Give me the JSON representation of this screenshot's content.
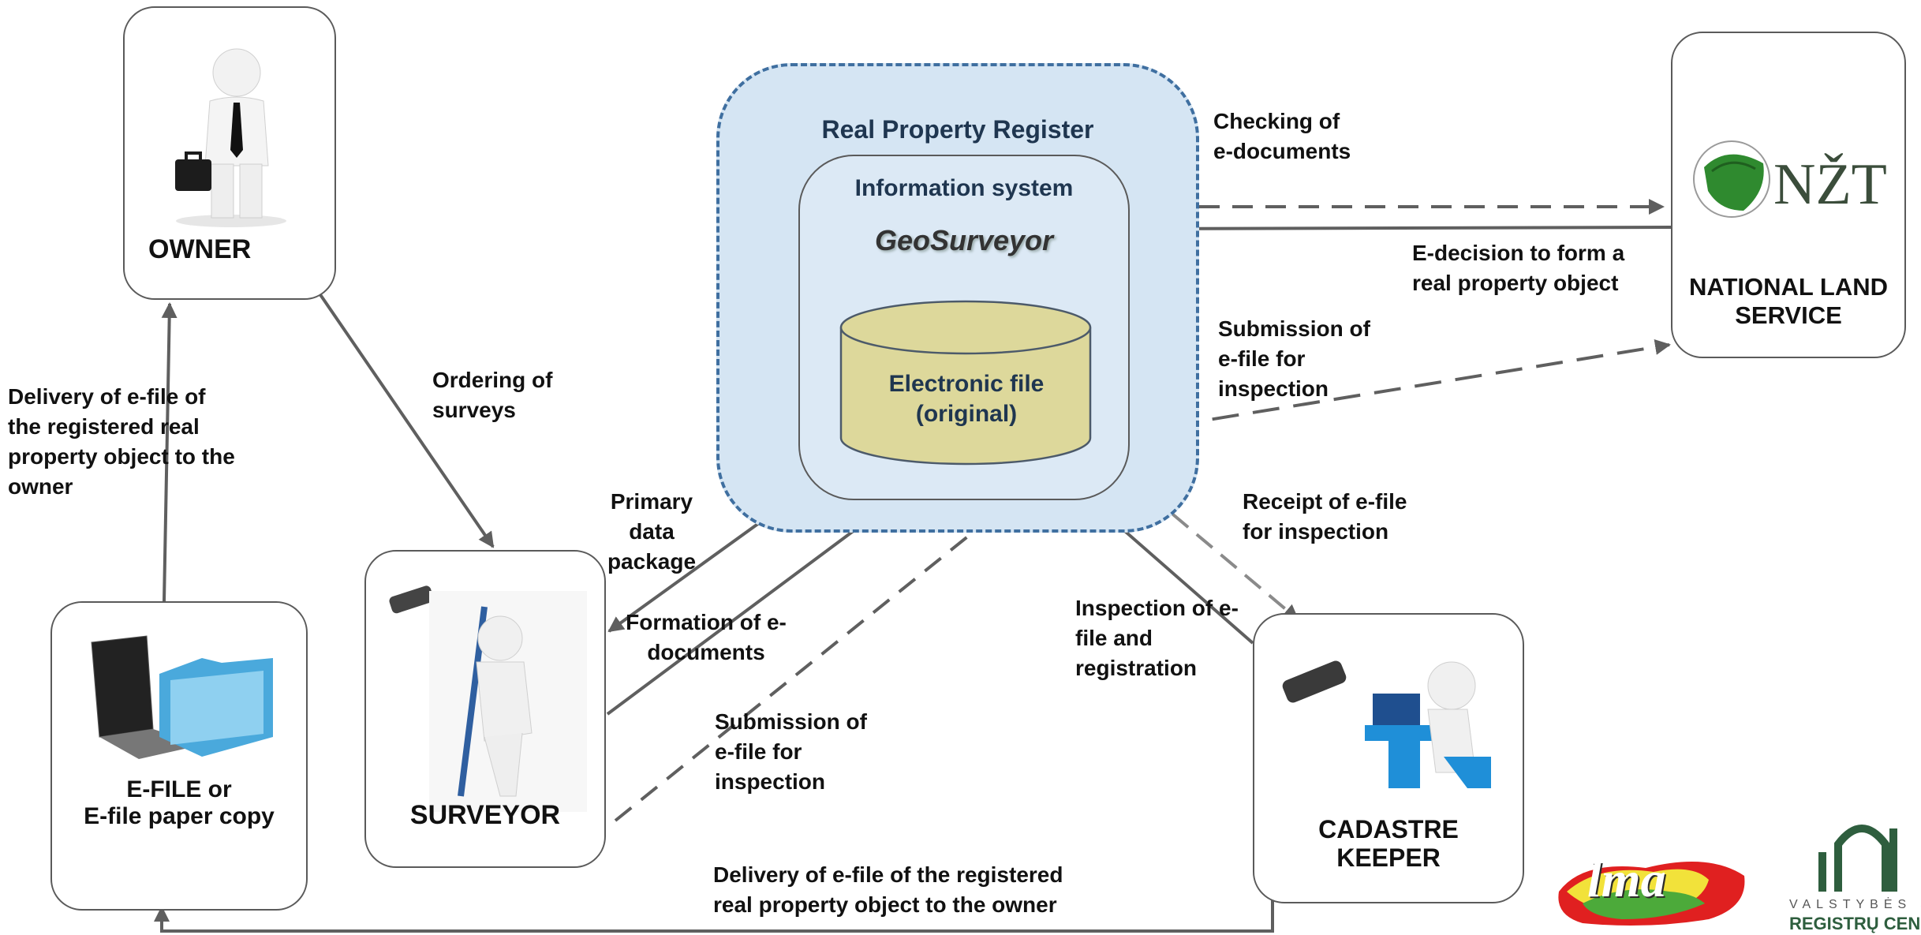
{
  "register": {
    "title": "Real Property Register",
    "info_system": "Information system",
    "geosurveyor": "GeoSurveyor",
    "electronic_file": [
      "Electronic file",
      "(original)"
    ]
  },
  "nodes": {
    "owner": "OWNER",
    "efile": [
      "E-FILE or",
      "E-file paper copy"
    ],
    "surveyor": "SURVEYOR",
    "cadastre_keeper": [
      "CADASTRE",
      "KEEPER"
    ],
    "national_land_service": [
      "NATIONAL LAND",
      "SERVICE"
    ],
    "nzt_logo_text": "NŽT"
  },
  "labels": {
    "delivery_owner": [
      "Delivery of e-file of",
      "the registered real",
      "property object to the",
      "owner"
    ],
    "ordering": [
      "Ordering of",
      "surveys"
    ],
    "primary_data": [
      "Primary",
      "data",
      "package"
    ],
    "formation": [
      "Formation of e-",
      "documents"
    ],
    "submission_surveyor": [
      "Submission of",
      "e-file for",
      "inspection"
    ],
    "checking": [
      "Checking of",
      "e-documents"
    ],
    "e_decision": [
      "E-decision to form a",
      "real property object"
    ],
    "submission_nls": [
      "Submission of",
      "e-file for",
      "inspection"
    ],
    "receipt": [
      "Receipt of e-file",
      "for inspection"
    ],
    "inspection_registration": [
      "Inspection of e-",
      "file and",
      "registration"
    ],
    "delivery_bottom": [
      "Delivery of e-file of the registered",
      "real property object to the owner"
    ]
  },
  "logos": {
    "lma": "lma",
    "valstybes": "VALSTYBĖS J",
    "registru": "REGISTRŲ CEN"
  },
  "colors": {
    "arrow": "#5f5f5f",
    "register_fill": "#d5e5f3",
    "register_border": "#3f6fa0",
    "cylinder_fill": "#ddd89b"
  }
}
